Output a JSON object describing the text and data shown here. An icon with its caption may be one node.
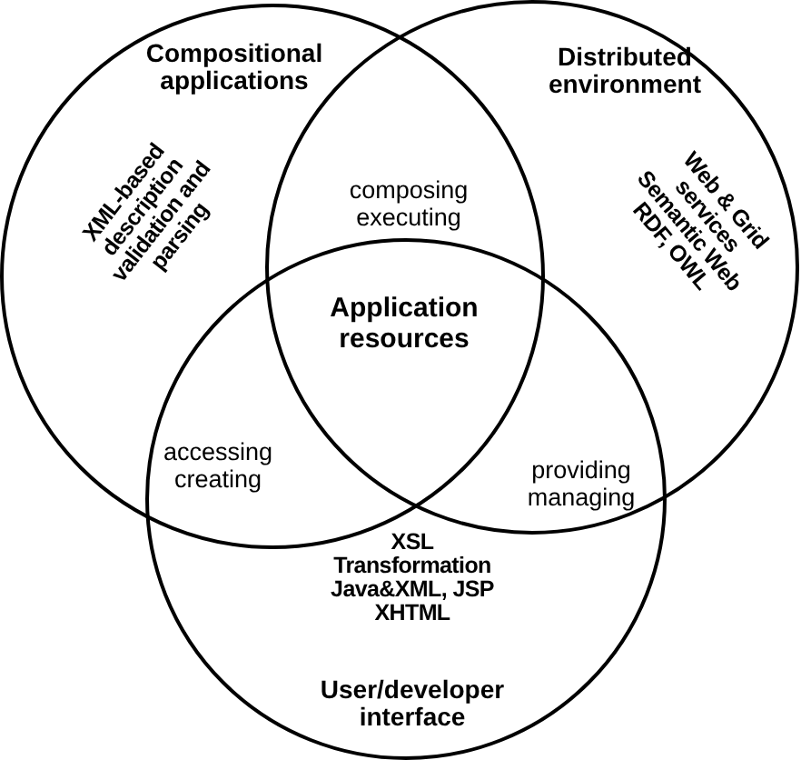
{
  "diagram": {
    "nodes": [
      {
        "text": [
          "Compositional applications",
          "XML-based description validation and parsing"
        ]
      },
      {
        "text": [
          "Distributed environment",
          "Web & Grid services Semantic Web RDF, OWL"
        ]
      },
      {
        "text": [
          "XSL Transformation Java&XML, JSP XHTML",
          "User/developer interface"
        ]
      }
    ],
    "edges": [],
    "labels": [
      "composing executing",
      "Application resources",
      "accessing creating",
      "providing managing"
    ]
  }
}
